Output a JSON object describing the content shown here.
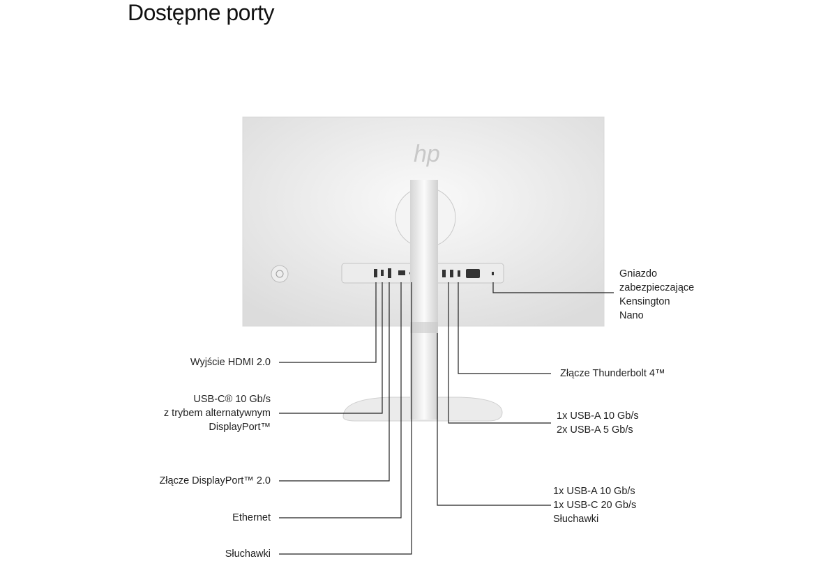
{
  "title": "Dostępne porty",
  "logo": "hp",
  "labels_left": [
    {
      "lines": [
        "Wyjście HDMI 2.0"
      ]
    },
    {
      "lines": [
        "USB-C® 10 Gb/s",
        "z trybem alternatywnym",
        "DisplayPort™"
      ]
    },
    {
      "lines": [
        "Złącze DisplayPort™ 2.0"
      ]
    },
    {
      "lines": [
        "Ethernet"
      ]
    },
    {
      "lines": [
        "Słuchawki"
      ]
    }
  ],
  "labels_right": [
    {
      "lines": [
        "Gniazdo",
        "zabezpieczające",
        "Kensington",
        "Nano"
      ]
    },
    {
      "lines": [
        "Złącze Thunderbolt 4™"
      ]
    },
    {
      "lines": [
        "1x USB-A 10 Gb/s",
        "2x USB-A 5 Gb/s"
      ]
    },
    {
      "lines": [
        "1x USB-A 10 Gb/s",
        "1x USB-C 20 Gb/s",
        "Słuchawki"
      ]
    }
  ]
}
